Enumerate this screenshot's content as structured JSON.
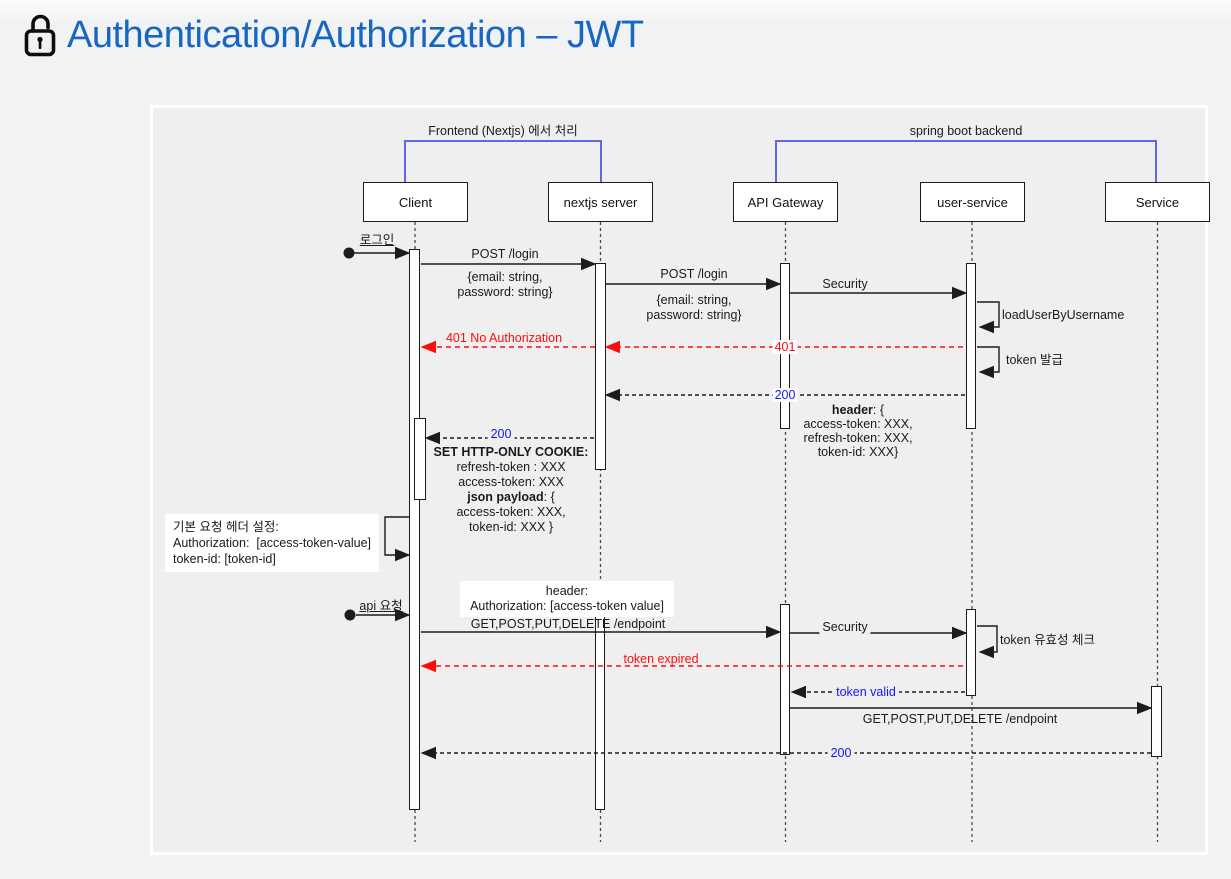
{
  "header": {
    "title": "Authentication/Authorization – JWT"
  },
  "icons": {
    "title_icon": "lock-icon"
  },
  "colors": {
    "title": "#1767c2",
    "bracket": "#6464e8",
    "error": "#ff0c0c",
    "status": "#1414ff",
    "line": "#1c1c1c",
    "canvas": "#efeff0"
  },
  "diagram": {
    "groups": {
      "frontend": "Frontend (Nextjs) 에서 처리",
      "backend": "spring boot backend"
    },
    "actors": {
      "client": "Client",
      "nextjs": "nextjs server",
      "gateway": "API Gateway",
      "user_service": "user-service",
      "service": "Service"
    },
    "messages": {
      "login_trigger": "로그인",
      "post_login_1": "POST /login",
      "post_login_1_body_1": "{email: string,",
      "post_login_1_body_2": "password: string}",
      "post_login_2": "POST /login",
      "post_login_2_body_1": "{email: string,",
      "post_login_2_body_2": "password: string}",
      "security_1": "Security",
      "load_user": "loadUserByUsername",
      "err_401_text": "401 No Authorization",
      "err_401": "401",
      "token_issue": "token 발급",
      "ok_200_1": "200",
      "ok_200_2": "200",
      "api_trigger": "api 요청",
      "endpoint_1": "GET,POST,PUT,DELETE /endpoint",
      "security_2": "Security",
      "token_check": "token 유효성 체크",
      "token_expired": "token expired",
      "token_valid": "token valid",
      "endpoint_2": "GET,POST,PUT,DELETE /endpoint",
      "ok_200_final": "200"
    },
    "notes": {
      "header_block": {
        "l1_bold": "header",
        "l1_rest": ": {",
        "l2": "access-token: XXX,",
        "l3": "refresh-token: XXX,",
        "l4": "token-id: XXX}"
      },
      "cookie_block": {
        "l1": "SET HTTP-ONLY COOKIE:",
        "l2": "refresh-token : XXX",
        "l3": "access-token: XXX",
        "l4_bold": "json payload",
        "l4_rest": ": {",
        "l5": "access-token: XXX,",
        "l6": "token-id: XXX }"
      },
      "default_header_note": {
        "l1": "기본 요청 헤더 설정:",
        "l2": "Authorization:  [access-token-value]",
        "l3": "token-id: [token-id]"
      },
      "request_header_note": {
        "l1": "header:",
        "l2": "Authorization: [access-token value]"
      }
    }
  }
}
